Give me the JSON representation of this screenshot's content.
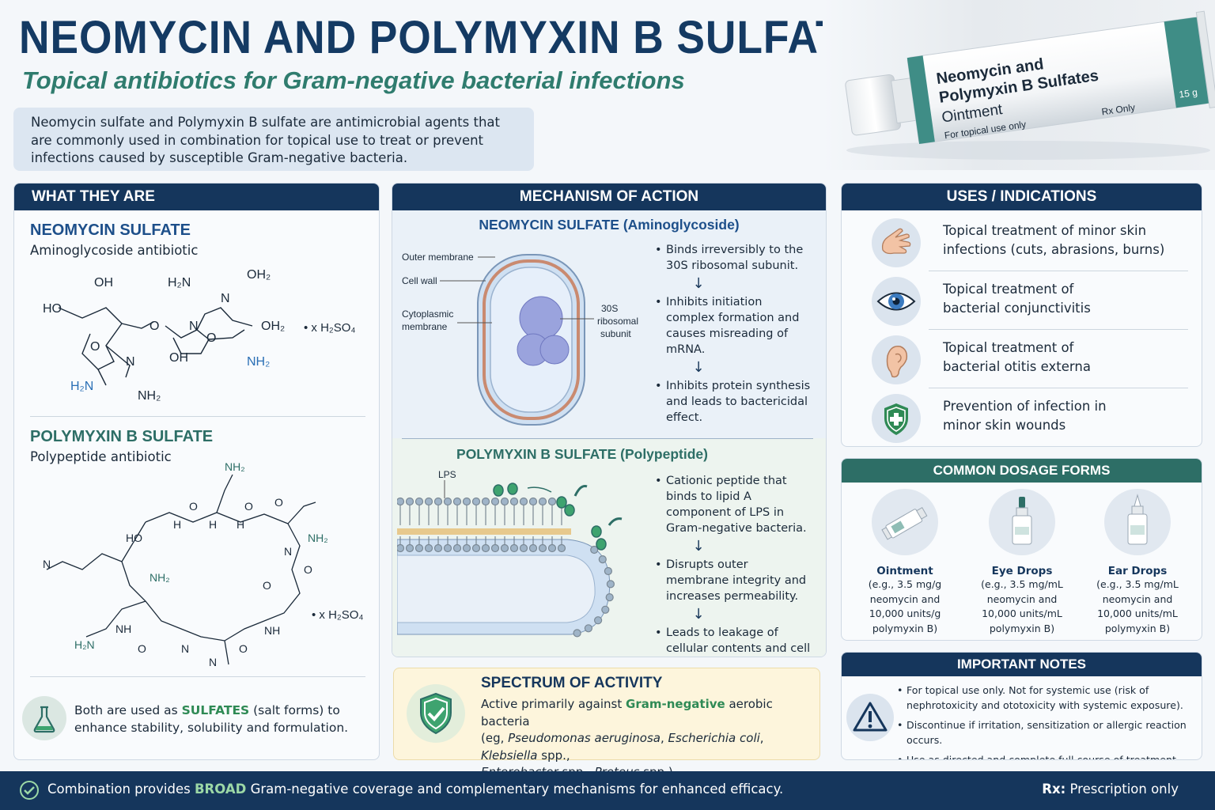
{
  "header": {
    "title": "NEOMYCIN AND POLYMYXIN B SULFATES",
    "subtitle": "Topical antibiotics for Gram-negative bacterial infections",
    "intro": "Neomycin sulfate and Polymyxin B sulfate are antimicrobial agents that are commonly used in combination for topical use to treat or prevent infections caused by susceptible Gram-negative bacteria."
  },
  "tube": {
    "line1": "Neomycin and",
    "line2": "Polymyxin B Sulfates",
    "line3": "Ointment",
    "topical": "For topical use only",
    "rx": "Rx Only",
    "size": "15 g"
  },
  "what": {
    "heading": "WHAT THEY ARE",
    "neo_title": "NEOMYCIN SULFATE",
    "neo_sub": "Aminoglycoside antibiotic",
    "neo_salt": "• x H₂SO₄",
    "poly_title": "POLYMYXIN B SULFATE",
    "poly_sub": "Polypeptide antibiotic",
    "poly_salt": "• x H₂SO₄",
    "note_pre": "Both are used as ",
    "note_bold": "SULFATES",
    "note_post": " (salt forms) to enhance stability, solubility and formulation."
  },
  "mechanism": {
    "heading": "MECHANISM OF ACTION",
    "neo_title": "NEOMYCIN SULFATE (Aminoglycoside)",
    "labels": {
      "outer": "Outer membrane",
      "wall": "Cell wall",
      "cyto1": "Cytoplasmic",
      "cyto2": "membrane",
      "ribo1": "30S",
      "ribo2": "ribosomal",
      "ribo3": "subunit",
      "lps": "LPS"
    },
    "neo_bullets": [
      "Binds irreversibly to the 30S ribosomal subunit.",
      "Inhibits initiation complex formation and causes misreading of mRNA.",
      "Inhibits protein synthesis and leads to bactericidal effect."
    ],
    "poly_title": "POLYMYXIN B SULFATE (Polypeptide)",
    "poly_bullets": [
      "Cationic peptide that binds to lipid A component of LPS in Gram-negative bacteria.",
      "Disrupts outer membrane integrity and increases permeability.",
      "Leads to leakage of cellular contents and cell death."
    ],
    "arrow": "↓"
  },
  "spectrum": {
    "title": "SPECTRUM OF ACTIVITY",
    "line_pre": "Active primarily against ",
    "line_bold": "Gram-negative",
    "line_post": " aerobic bacteria",
    "eg": "(eg, ",
    "org1": "Pseudomonas aeruginosa",
    "sep1": ", ",
    "org2": "Escherichia coli",
    "sep2": ", ",
    "org3": "Klebsiella",
    "spp1": " spp.,",
    "org4": "Enterobacter",
    "spp2": " spp., ",
    "org5": "Proteus",
    "spp3": " spp.)"
  },
  "uses": {
    "heading": "USES / INDICATIONS",
    "items": [
      {
        "l1": "Topical treatment of minor skin",
        "l2": "infections (cuts, abrasions, burns)"
      },
      {
        "l1": "Topical treatment of",
        "l2": "bacterial conjunctivitis"
      },
      {
        "l1": "Topical treatment of",
        "l2": "bacterial otitis externa"
      },
      {
        "l1": "Prevention of infection in",
        "l2": "minor skin wounds"
      }
    ]
  },
  "dosage": {
    "heading": "COMMON DOSAGE FORMS",
    "forms": [
      {
        "name": "Ointment",
        "d1": "(e.g., 3.5 mg/g",
        "d2": "neomycin and",
        "d3": "10,000 units/g",
        "d4": "polymyxin B)"
      },
      {
        "name": "Eye Drops",
        "d1": "(e.g., 3.5 mg/mL",
        "d2": "neomycin and",
        "d3": "10,000 units/mL",
        "d4": "polymyxin B)"
      },
      {
        "name": "Ear Drops",
        "d1": "(e.g., 3.5 mg/mL",
        "d2": "neomycin and",
        "d3": "10,000 units/mL",
        "d4": "polymyxin B)"
      }
    ]
  },
  "notes": {
    "heading": "IMPORTANT NOTES",
    "items": [
      "For topical use only. Not for systemic use (risk of nephrotoxicity and ototoxicity with systemic exposure).",
      "Discontinue if irritation, sensitization or allergic reaction occurs.",
      "Use as directed and complete full course of treatment."
    ]
  },
  "footer": {
    "pre": "Combination provides ",
    "bold": "BROAD",
    "post": " Gram-negative coverage and complementary mechanisms for enhanced efficacy.",
    "rx_label": "Rx:",
    "rx_text": " Prescription only"
  },
  "colors": {
    "navy": "#15365c",
    "teal": "#2d6e66",
    "green": "#2f8a55",
    "blue_title": "#1d4f8a"
  }
}
